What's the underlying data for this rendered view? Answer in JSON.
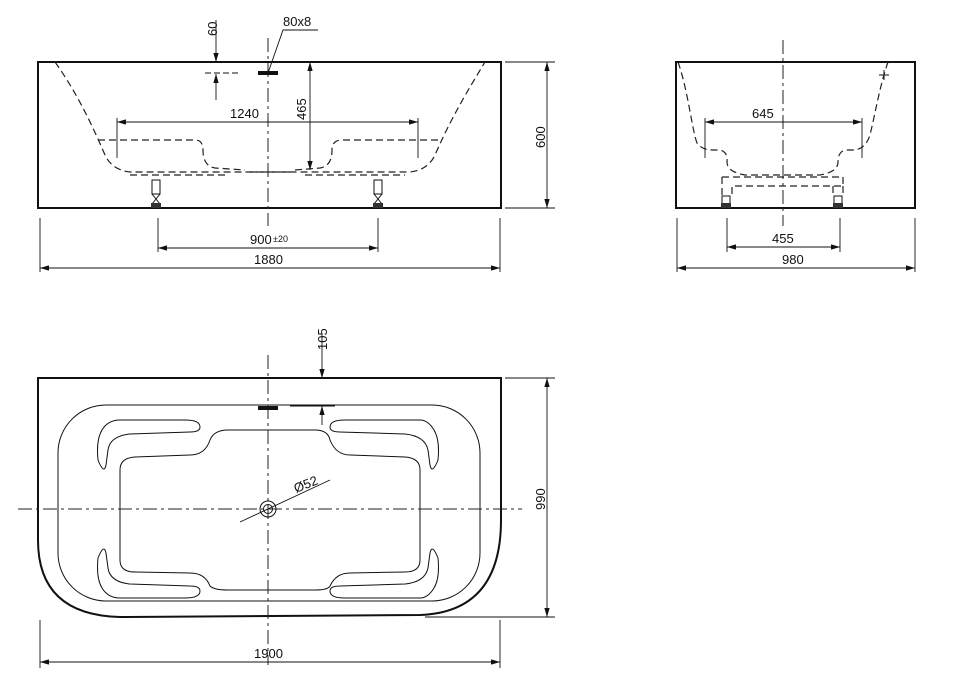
{
  "front_view": {
    "overflow_offset": "60",
    "overflow_size": "80x8",
    "overflow_depth": "465",
    "inner_length": "1240",
    "height": "600",
    "feet_spacing": "900",
    "feet_tolerance": "±20",
    "length": "1880"
  },
  "side_view": {
    "inner_width": "645",
    "feet_spacing": "455",
    "width": "980"
  },
  "top_view": {
    "overflow_offset": "105",
    "drain_diameter": "Ø52",
    "width": "990",
    "length": "1900"
  }
}
